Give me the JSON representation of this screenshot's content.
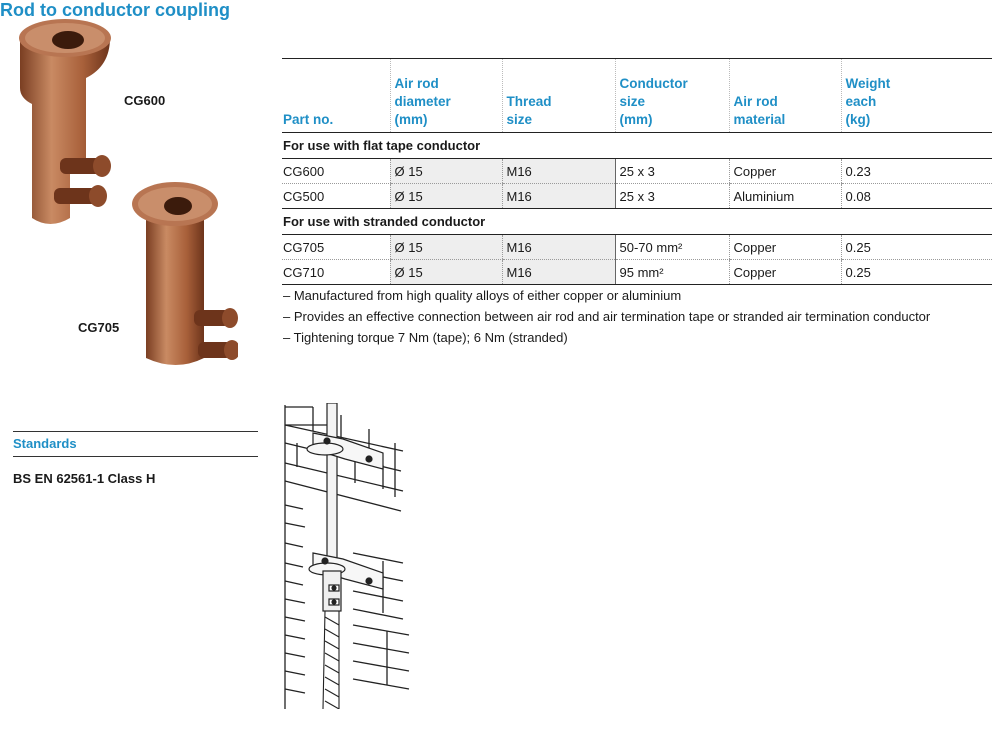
{
  "title": "Rod to conductor coupling",
  "products": [
    {
      "label": "CG600"
    },
    {
      "label": "CG705"
    }
  ],
  "table": {
    "headers": {
      "part_no": "Part no.",
      "rod_diameter": [
        "Air rod",
        "diameter",
        "(mm)"
      ],
      "thread": [
        "Thread",
        "size"
      ],
      "conductor": [
        "Conductor",
        "size",
        "(mm)"
      ],
      "material": [
        "Air rod",
        "material"
      ],
      "weight": [
        "Weight",
        "each",
        "(kg)"
      ]
    },
    "groups": [
      {
        "title": "For use with flat tape conductor",
        "rows": [
          {
            "part": "CG600",
            "diameter": "Ø 15",
            "thread": "M16",
            "conductor": "25 x 3",
            "material": "Copper",
            "weight": "0.23"
          },
          {
            "part": "CG500",
            "diameter": "Ø 15",
            "thread": "M16",
            "conductor": "25 x 3",
            "material": "Aluminium",
            "weight": "0.08"
          }
        ]
      },
      {
        "title": "For use with stranded conductor",
        "rows": [
          {
            "part": "CG705",
            "diameter": "Ø 15",
            "thread": "M16",
            "conductor": "50-70 mm²",
            "material": "Copper",
            "weight": "0.25"
          },
          {
            "part": "CG710",
            "diameter": "Ø 15",
            "thread": "M16",
            "conductor": "95 mm²",
            "material": "Copper",
            "weight": "0.25"
          }
        ]
      }
    ]
  },
  "notes": [
    "– Manufactured from high quality alloys of either copper or aluminium",
    "– Provides an effective connection between air rod and air termination tape or stranded air termination conductor",
    "– Tightening torque 7 Nm (tape); 6 Nm (stranded)"
  ],
  "standards": {
    "heading": "Standards",
    "value": "BS EN 62561-1 Class H"
  },
  "colors": {
    "accent": "#1f8fc6",
    "copper": "#a8603a"
  }
}
